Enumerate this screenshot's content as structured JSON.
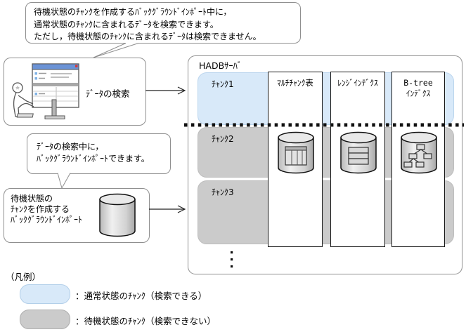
{
  "colors": {
    "normal_chunk_fill": "#d8e9f9",
    "standby_chunk_fill": "#cbcbcb",
    "box_border_gray": "#8f8f8f",
    "column_border": "#1a1a1a"
  },
  "callout_top": {
    "line1": "待機状態のﾁｬﾝｸを作成するﾊﾞｯｸｸﾞﾗｳﾝﾄﾞｲﾝﾎﾟｰﾄ中に，",
    "line2": "通常状態のﾁｬﾝｸに含まれるﾃﾞｰﾀを検索できます。",
    "line3": "ただし，待機状態のﾁｬﾝｸに含まれるﾃﾞｰﾀは検索できません。"
  },
  "search_box": {
    "label": "ﾃﾞｰﾀの検索"
  },
  "callout_middle": {
    "line1": "ﾃﾞｰﾀの検索中に，",
    "line2": "ﾊﾞｯｸｸﾞﾗｳﾝﾄﾞｲﾝﾎﾟｰﾄできます。"
  },
  "import_box": {
    "line1": "待機状態の",
    "line2": "ﾁｬﾝｸを作成する",
    "line3": "ﾊﾞｯｸｸﾞﾗｳﾝﾄﾞｲﾝﾎﾟｰﾄ"
  },
  "server": {
    "title": "HADBｻｰﾊﾞ",
    "chunk1": {
      "label": "ﾁｬﾝｸ1",
      "state": "normal"
    },
    "chunk2": {
      "label": "ﾁｬﾝｸ2",
      "state": "standby"
    },
    "chunk3": {
      "label": "ﾁｬﾝｸ3",
      "state": "standby"
    },
    "column1": {
      "label": "ﾏﾙﾁﾁｬﾝｸ表"
    },
    "column2": {
      "label": "ﾚﾝｼﾞｲﾝﾃﾞｸｽ"
    },
    "column3": {
      "label_line1": "B-tree",
      "label_line2": "ｲﾝﾃﾞｸｽ"
    }
  },
  "legend": {
    "title": "（凡例）",
    "normal_label": "：通常状態のﾁｬﾝｸ（検索できる）",
    "standby_label": "：待機状態のﾁｬﾝｸ（検索できない）"
  }
}
